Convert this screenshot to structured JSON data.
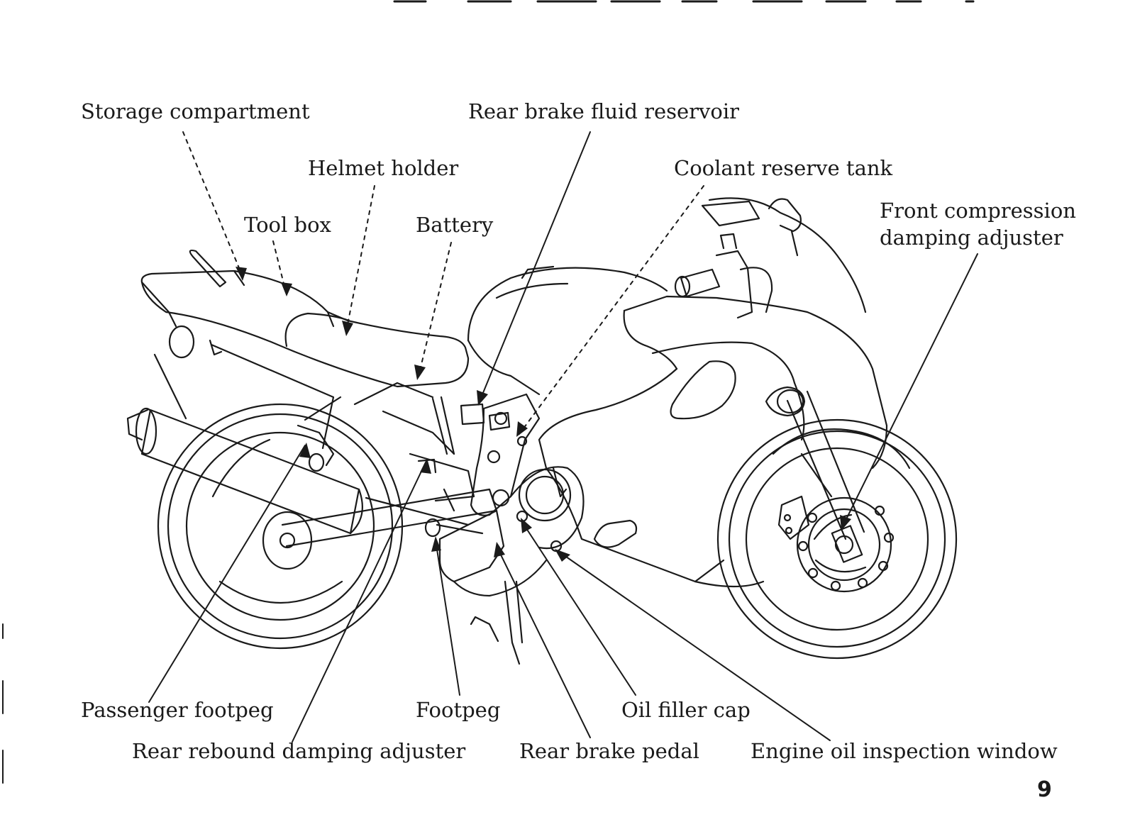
{
  "labels": {
    "storage_compartment": "Storage compartment",
    "rear_brake_fluid_reservoir": "Rear brake fluid reservoir",
    "helmet_holder": "Helmet holder",
    "coolant_reserve_tank": "Coolant reserve tank",
    "tool_box": "Tool box",
    "battery": "Battery",
    "front_compression_damping_adjuster_line1": "Front compression",
    "front_compression_damping_adjuster_line2": "damping adjuster",
    "passenger_footpeg": "Passenger footpeg",
    "footpeg": "Footpeg",
    "oil_filler_cap": "Oil filler cap",
    "rear_rebound_damping_adjuster": "Rear rebound damping adjuster",
    "rear_brake_pedal": "Rear brake pedal",
    "engine_oil_inspection_window": "Engine oil inspection window"
  },
  "page_number": "9",
  "colors": {
    "ink": "#1a1a1a",
    "paper": "#ffffff"
  }
}
